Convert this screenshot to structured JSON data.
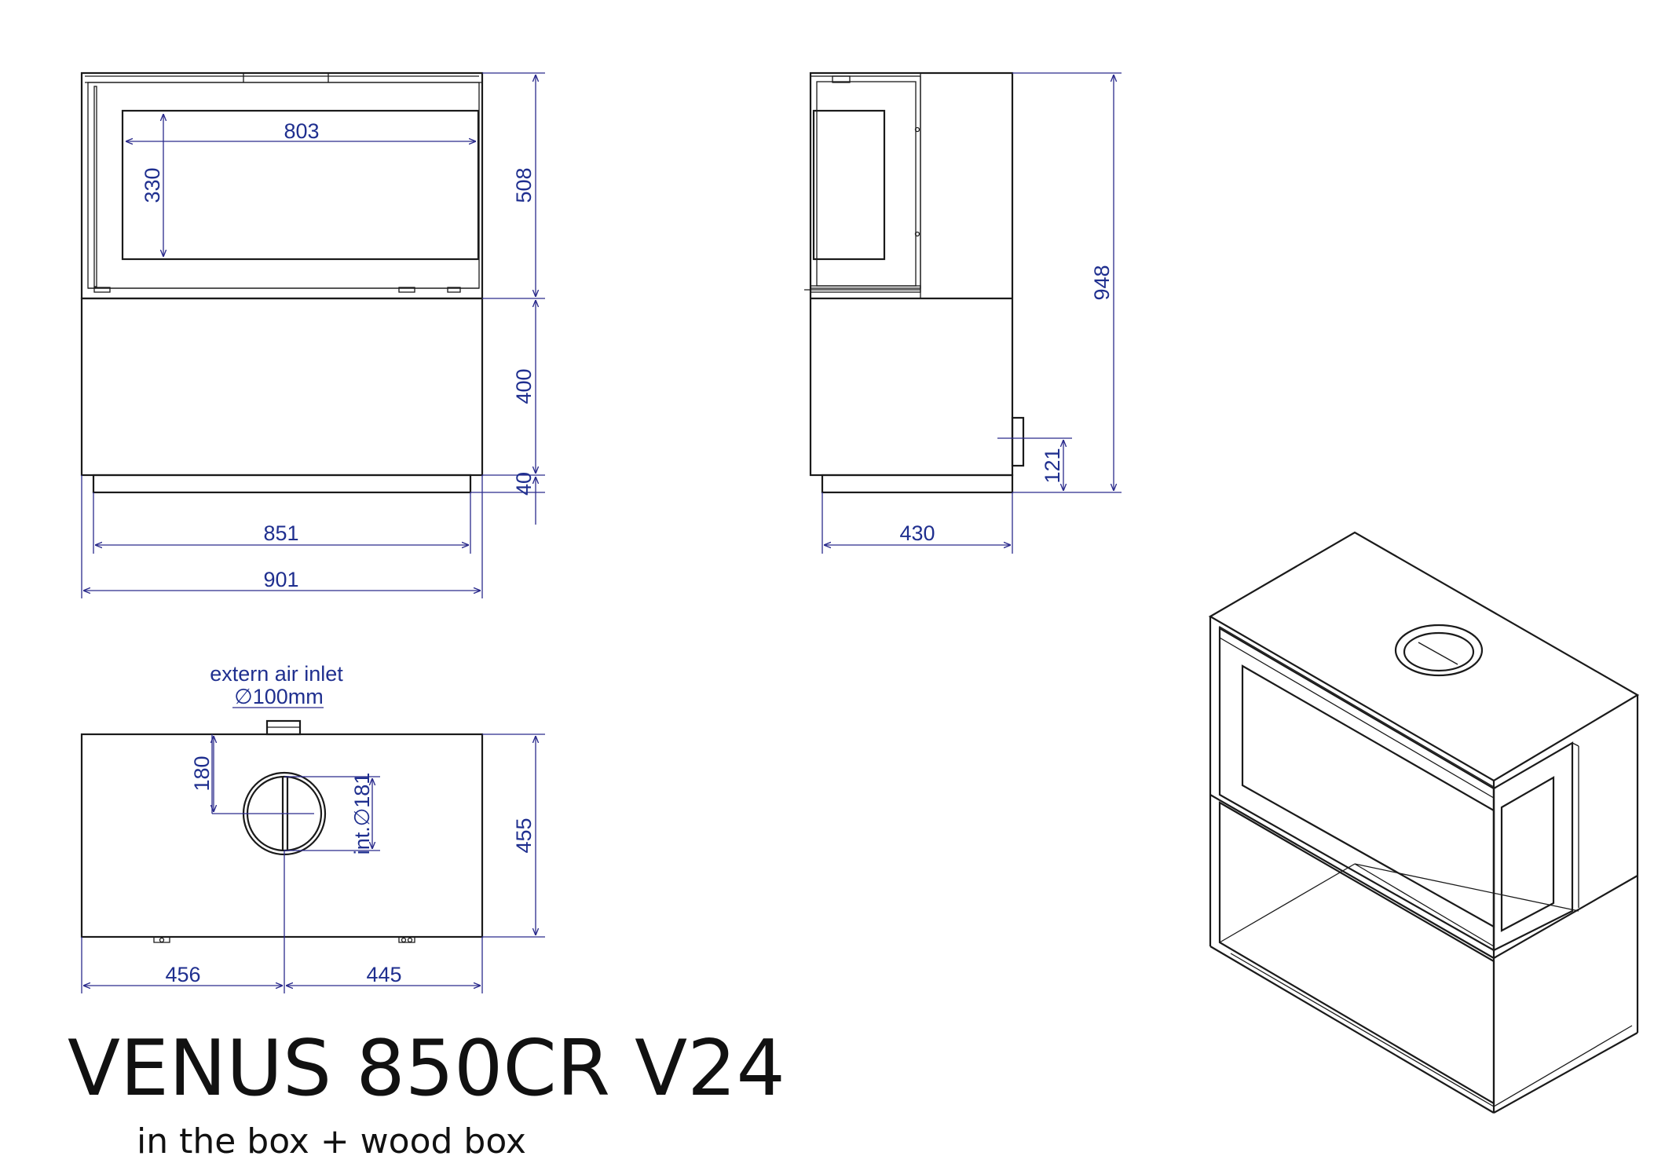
{
  "title": "VENUS 850CR V24",
  "subtitle": "in the box + wood box",
  "front_view": {
    "dims": {
      "glass_width": "803",
      "glass_height": "330",
      "upper_height": "508",
      "box_height": "400",
      "plinth_height": "40",
      "plinth_width": "851",
      "total_width": "901"
    }
  },
  "side_view": {
    "dims": {
      "total_height": "948",
      "air_inlet_height": "121",
      "depth": "430"
    }
  },
  "top_view": {
    "note_line1": "extern air inlet",
    "note_line2": "∅100mm",
    "dims": {
      "flue_offset": "180",
      "flue_diameter": "int.∅181",
      "depth": "455",
      "left_width": "456",
      "right_width": "445"
    }
  },
  "colors": {
    "dimension": "#1f2f8f",
    "outline": "#1a1a1a",
    "background": "#ffffff"
  }
}
